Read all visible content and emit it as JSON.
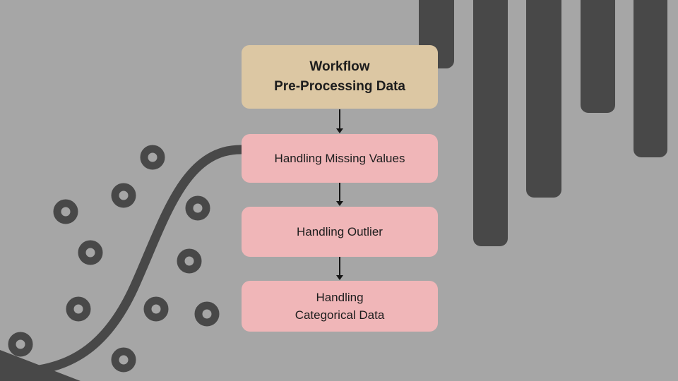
{
  "design": {
    "background_color": "#a6a6a6",
    "dark_accent_color": "#484848",
    "title_box_color": "#dcc7a3",
    "step_box_color": "#f0b6b8",
    "text_color": "#1d1d1d",
    "arrow_color": "#151515"
  },
  "flowchart": {
    "title": "Workflow\nPre-Processing Data",
    "steps": [
      {
        "label": "Handling Missing Values"
      },
      {
        "label": "Handling Outlier"
      },
      {
        "label": "Handling\nCategorical Data"
      }
    ]
  },
  "decorations": {
    "bar_chart_bars": 5,
    "scatter_dots": 11,
    "curve_shape": "sigmoid",
    "corner_shape": "triangle"
  }
}
